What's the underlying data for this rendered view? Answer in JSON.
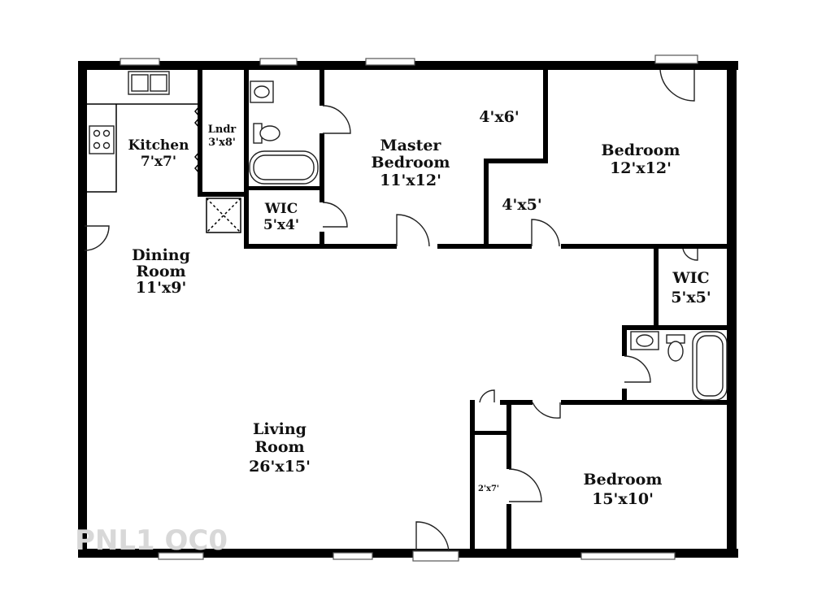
{
  "rooms": {
    "kitchen": {
      "name": "Kitchen",
      "size": "7'x7'"
    },
    "laundry": {
      "name": "Lndr",
      "size": "3'x8'"
    },
    "wic_master": {
      "name": "WIC",
      "size": "5'x4'"
    },
    "master_bedroom": {
      "name_1": "Master",
      "name_2": "Bedroom",
      "size": "11'x12'"
    },
    "closet_4x6": {
      "size": "4'x6'"
    },
    "closet_4x5": {
      "size": "4'x5'"
    },
    "bedroom_ne": {
      "name": "Bedroom",
      "size": "12'x12'"
    },
    "dining_room": {
      "name_1": "Dining",
      "name_2": "Room",
      "size": "11'x9'"
    },
    "wic_east": {
      "name": "WIC",
      "size": "5'x5'"
    },
    "living_room": {
      "name_1": "Living",
      "name_2": "Room",
      "size": "26'x15'"
    },
    "closet_2x7": {
      "size": "2'x7'"
    },
    "bedroom_se": {
      "name": "Bedroom",
      "size": "15'x10'"
    }
  },
  "watermark": {
    "text": "PNL1 OC0"
  }
}
